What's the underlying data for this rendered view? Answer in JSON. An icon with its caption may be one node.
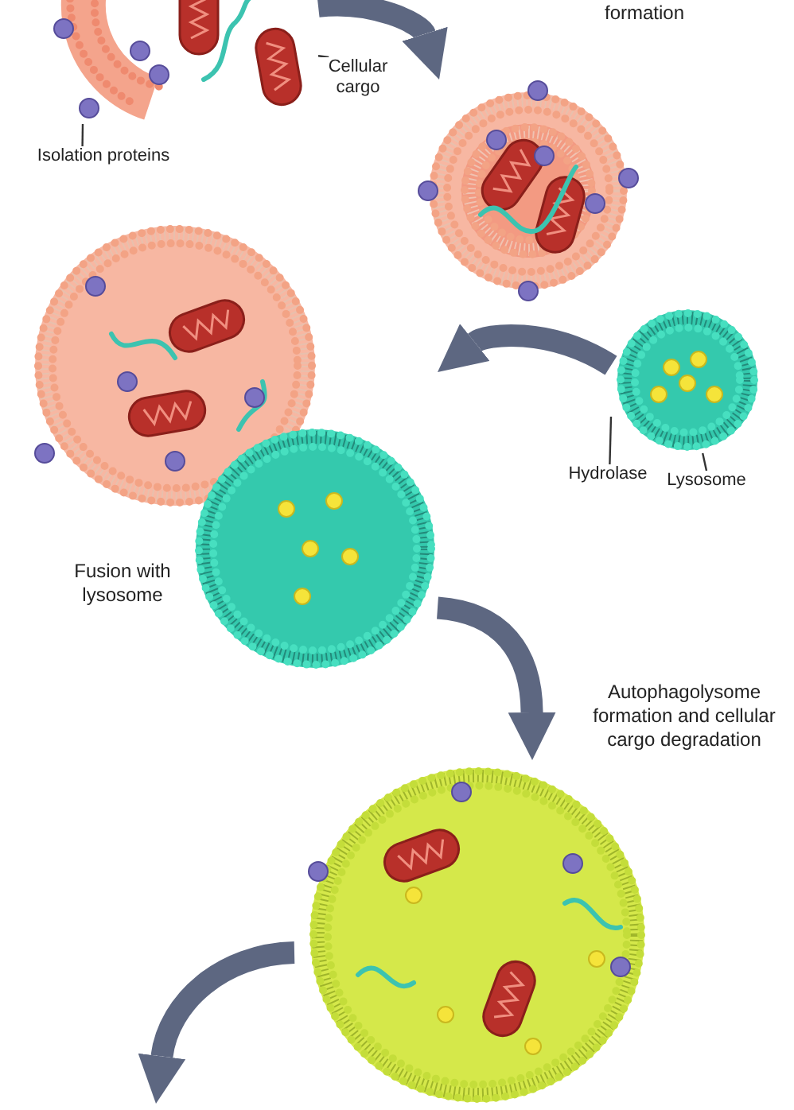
{
  "diagram": {
    "nodes": [
      {
        "text": [],
        "shape": "picture"
      },
      {
        "text": [],
        "shape": "picture"
      },
      {
        "text": [],
        "shape": "picture"
      },
      {
        "text": [],
        "shape": "picture"
      },
      {
        "text": [],
        "shape": "picture",
        "beside": [
          "Autophagolysome formation and cellular cargo degradation"
        ]
      },
      {
        "text": [
          "Cellular cargo"
        ]
      },
      {
        "text": [
          "Isolation proteins"
        ]
      },
      {
        "text": [
          "Hydrolase"
        ]
      },
      {
        "text": [
          "Lysosome"
        ]
      }
    ],
    "edges": [
      {
        "from": 0,
        "to": 1,
        "arrow": "to",
        "style": "thick"
      },
      {
        "from": 3,
        "to": 2,
        "arrow": "to",
        "style": "thick"
      },
      {
        "from": 2,
        "to": 4,
        "arrow": "to",
        "style": "thick"
      },
      {
        "from": 4,
        "to": null,
        "arrow": "to",
        "style": "thick"
      },
      {
        "from": 5,
        "to": 0,
        "arrow": "none"
      },
      {
        "from": 6,
        "to": 0,
        "arrow": "none"
      },
      {
        "from": 7,
        "to": 3,
        "arrow": "none"
      },
      {
        "from": 8,
        "to": 3,
        "arrow": "none"
      }
    ],
    "labels": [
      "formation",
      "Fusion with lysosome"
    ]
  }
}
